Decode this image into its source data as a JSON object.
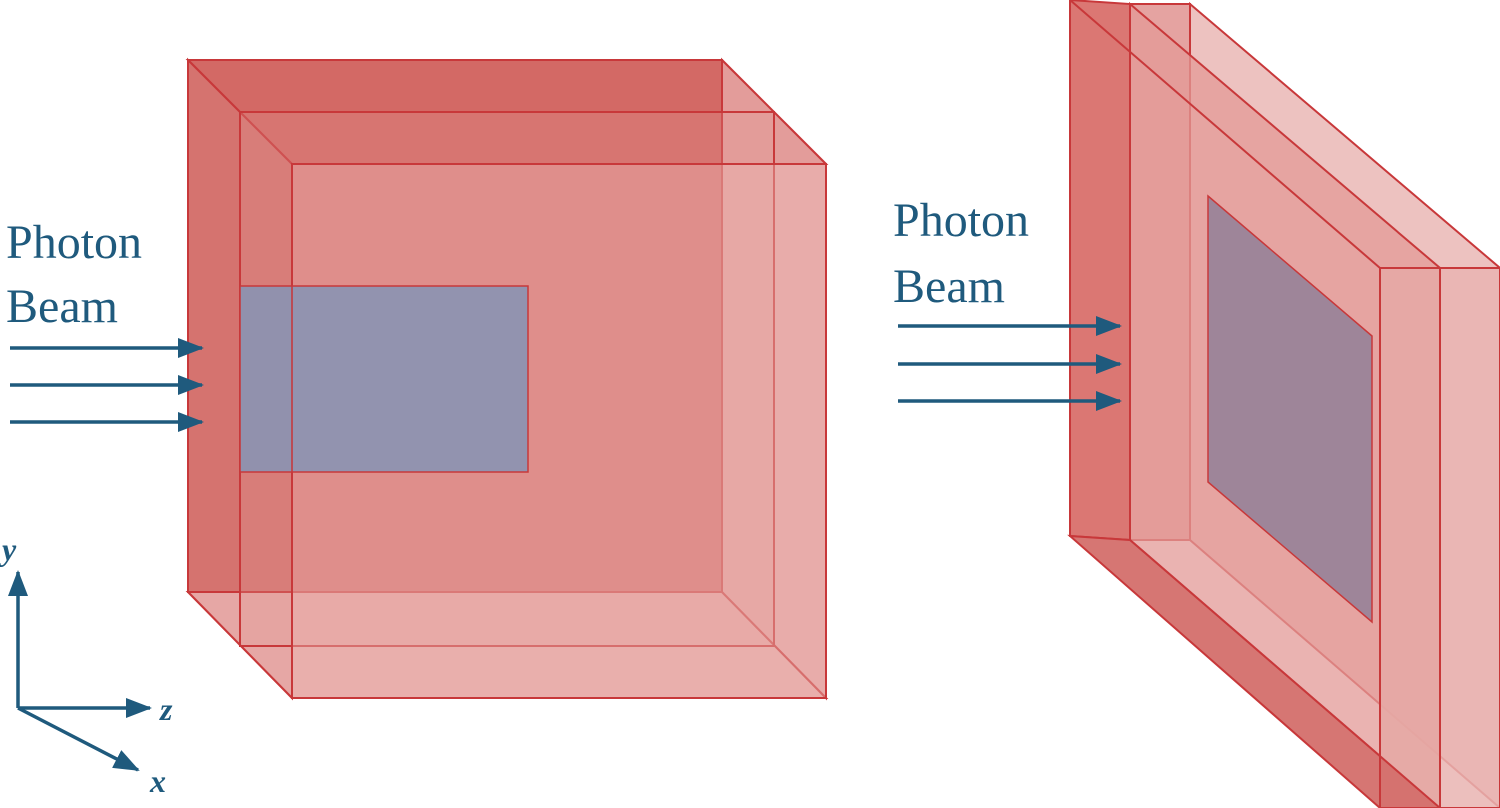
{
  "left_diagram": {
    "beam_label_line1": "Photon",
    "beam_label_line2": "Beam"
  },
  "right_diagram": {
    "beam_label_line1": "Photon",
    "beam_label_line2": "Beam"
  },
  "axes": {
    "y_label": "y",
    "z_label": "z",
    "x_label": "x"
  },
  "colors": {
    "slab_fill": "#d9706c",
    "slab_fill_light": "#e39a97",
    "slab_edge": "#c8383a",
    "detector_fill": "#8a93b3",
    "detector_fill_dark": "#9a8499",
    "arrow": "#1f5a7d"
  }
}
